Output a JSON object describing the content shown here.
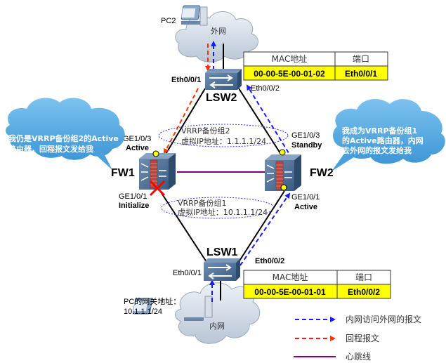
{
  "colors": {
    "forward_arrow": "#1a1aff",
    "return_arrow": "#ff3300",
    "heartbeat": "#800080",
    "table_highlight": "#ffff00",
    "bubble": "#5aaee6",
    "port_dot": "#ffff00",
    "fail_mark": "#ff0000"
  },
  "clouds": {
    "external": "外网",
    "internal": "内网"
  },
  "pcs": {
    "pc2": "PC2",
    "pc_gateway_line1": "PC的网关地址：",
    "pc_gateway_line2": "10.1.1.1/24"
  },
  "devices": {
    "lsw2": "LSW2",
    "lsw1": "LSW1",
    "fw1": "FW1",
    "fw2": "FW2"
  },
  "ports": {
    "lsw2_eth001": "Eth0/0/1",
    "lsw2_eth002": "Eth0/0/2",
    "lsw1_eth001": "Eth0/0/1",
    "lsw1_eth002": "Eth0/0/2",
    "fw1_ge103": "GE1/0/3",
    "fw1_ge103_state": "Active",
    "fw1_ge101": "GE1/0/1",
    "fw1_ge101_state": "Initialize",
    "fw2_ge103": "GE1/0/3",
    "fw2_ge103_state": "Standby",
    "fw2_ge101": "GE1/0/1",
    "fw2_ge101_state": "Active"
  },
  "vrrp": {
    "group2_name": "VRRP备份组2",
    "group2_vip": "虚拟IP地址：1.1.1.1/24",
    "group1_name": "VRRP备份组1",
    "group1_vip": "虚拟IP地址：10.1.1.1/24"
  },
  "bubbles": {
    "fw1_line1": "我仍是VRRP备份组2的Active",
    "fw1_line2": "路由器，回程报文发给我",
    "fw2_line1": "我成为VRRP备份组1",
    "fw2_line2": "的Active路由器，内网",
    "fw2_line3": "去外网的报文发给我"
  },
  "mac_tables": {
    "lsw2": {
      "headers": [
        "MAC地址",
        "端口"
      ],
      "rows": [
        [
          "00-00-5E-00-01-02",
          "Eth0/0/1"
        ]
      ]
    },
    "lsw1": {
      "headers": [
        "MAC地址",
        "端口"
      ],
      "rows": [
        [
          "00-00-5E-00-01-01",
          "Eth0/0/2"
        ]
      ]
    }
  },
  "legend": [
    {
      "label": "内网访问外网的报文",
      "style": "blue-dashed-arrow"
    },
    {
      "label": "回程报文",
      "style": "red-dashed-arrow"
    },
    {
      "label": "心跳线",
      "style": "purple-solid-line"
    }
  ]
}
